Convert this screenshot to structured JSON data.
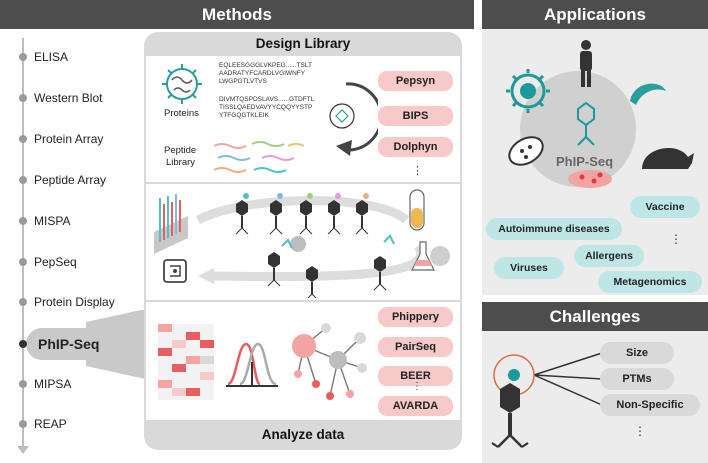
{
  "methods": {
    "header": "Methods",
    "items": [
      "ELISA",
      "Western Blot",
      "Protein Array",
      "Peptide Array",
      "MISPA",
      "PepSeq",
      "Protein Display",
      "PhIP-Seq",
      "MIPSA",
      "REAP"
    ],
    "active": "PhIP-Seq"
  },
  "design": {
    "title": "Design Library",
    "proteins_label": "Proteins",
    "peptide_label_1": "Peptide",
    "peptide_label_2": "Library",
    "seq1": [
      "EQLEESGGGLVKPEG......TSLT",
      "AADRATYFCARDLVGIWNFY",
      "LWGPGTLVTVS"
    ],
    "seq2": [
      "DIVMTQSPDSLAVS......GTDFTL",
      "TISSLQAEDVAVYYCQQYYSTP",
      "YTFGQGTKLEIK"
    ],
    "tools": [
      "Pepsyn",
      "BIPS",
      "Dolphyn"
    ],
    "ellipsis": "⋮"
  },
  "analyze": {
    "title": "Analyze data",
    "tools": [
      "Phippery",
      "PairSeq",
      "BEER",
      "AVARDA"
    ],
    "ellipsis": "⋮"
  },
  "applications": {
    "header": "Applications",
    "center": "PhIP-Seq",
    "items": [
      "Vaccine",
      "Autoimmune diseases",
      "Allergens",
      "Viruses",
      "Metagenomics"
    ],
    "ellipsis": "⋮"
  },
  "challenges": {
    "header": "Challenges",
    "items": [
      "Size",
      "PTMs",
      "Non-Specific"
    ],
    "ellipsis": "⋮"
  },
  "colors": {
    "header": "#4d4d4d",
    "pink": "#f7c9c9",
    "teal": "#bfe6e6",
    "gray": "#d9d9d9",
    "accent": "#1a9a9a"
  }
}
